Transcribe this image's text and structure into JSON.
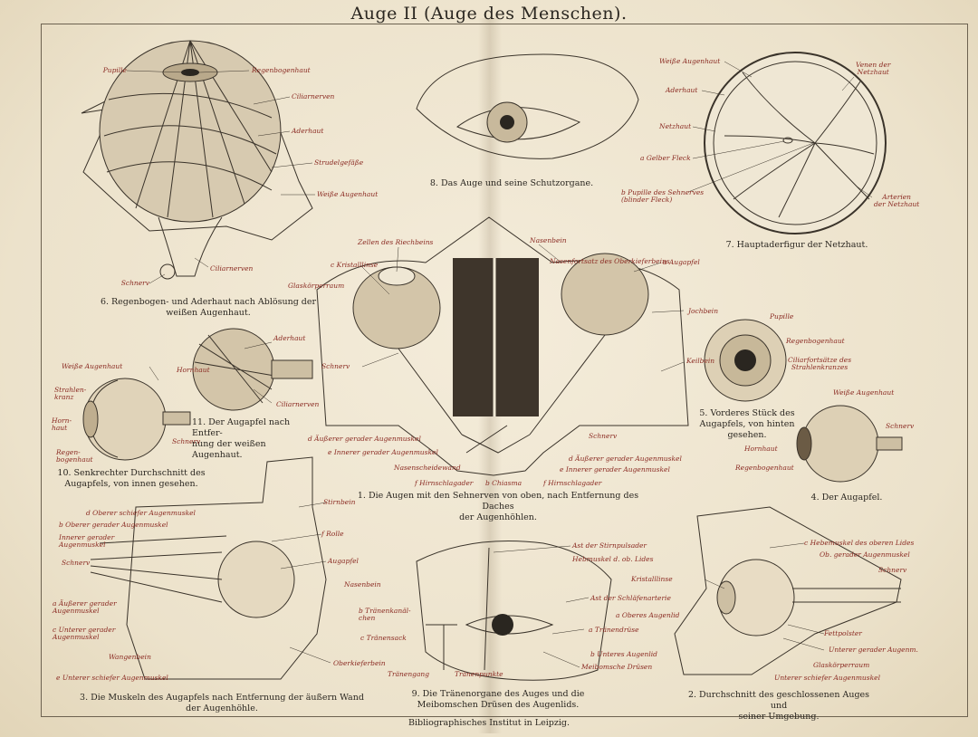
{
  "title": "Auge II (Auge des Menschen).",
  "footer": "Bibliographisches Institut in Leipzig.",
  "fig6": {
    "caption": "6. Regenbogen- und Aderhaut nach Ablösung der\nweißen Augenhaut.",
    "labels": [
      "Pupille",
      "Regenbogenhaut",
      "Ciliarnerven",
      "Aderhaut",
      "Strudelgefäße",
      "Weiße Augenhaut",
      "Schnerv",
      "Ciliarnerven"
    ]
  },
  "fig8": {
    "caption": "8. Das Auge und seine Schutzorgane."
  },
  "fig7": {
    "caption": "7. Hauptaderfigur der Netzhaut.",
    "labels": [
      "Weiße Augenhaut",
      "Aderhaut",
      "Netzhaut",
      "a Gelber Fleck",
      "b Pupille des Sehnerves\n(blinder Fleck)",
      "Venen der\nNetzhaut",
      "Arterien\nder Netzhaut"
    ]
  },
  "fig1": {
    "caption": "1. Die Augen mit den Sehnerven von oben, nach Entfernung des Daches\nder Augenhöhlen.",
    "labels": [
      "Zellen des Riechbeins",
      "Nasenbein",
      "c Kristalllinse",
      "Nasenfortsatz des Oberkieferbeins",
      "Glaskörperraum",
      "a Augapfel",
      "Jochbein",
      "Schnerv",
      "Keilbein",
      "Schnerv",
      "d Äußerer gerader Augenmuskel",
      "e Innerer gerader Augenmuskel",
      "Nasenscheidewand",
      "f Hirnschlagader",
      "b Chiasma",
      "f Hirnschlagader",
      "d Äußerer gerader Augenmuskel",
      "e Innerer gerader Augenmuskel"
    ]
  },
  "fig11": {
    "caption": "11. Der Augapfel nach Entfer-\nnung der weißen Augenhaut.",
    "labels": [
      "Aderhaut",
      "Hornhaut",
      "Ciliarnerven"
    ]
  },
  "fig10": {
    "caption": "10. Senkrechter Durchschnitt des\nAugapfels, von innen gesehen.",
    "labels": [
      "Weiße Augenhaut",
      "Strahlen-\nkranz",
      "Horn-\nhaut",
      "Regen-\nbogenhaut",
      "Schnerv"
    ]
  },
  "fig5": {
    "caption": "5. Vorderes Stück des\nAugapfels, von hinten\ngesehen.",
    "labels": [
      "Pupille",
      "Regenbogenhaut",
      "Ciliarfortsätze des\nStrahlenkranzes"
    ]
  },
  "fig4": {
    "caption": "4. Der Augapfel.",
    "labels": [
      "Weiße Augenhaut",
      "Schnerv",
      "Hornhaut",
      "Regenbogenhaut"
    ]
  },
  "fig3": {
    "caption": "3. Die Muskeln des Augapfels nach Entfernung der äußern Wand\nder Augenhöhle.",
    "labels": [
      "Stirnbein",
      "d Oberer schiefer Augenmuskel",
      "b Oberer gerader Augenmuskel",
      "f Rolle",
      "Innerer gerader\nAugenmuskel",
      "Augapfel",
      "Schnerv",
      "Nasenbein",
      "a Äußerer gerader\nAugenmuskel",
      "c Unterer gerader\nAugenmuskel",
      "Wangenbein",
      "Oberkieferbein",
      "e Unterer schiefer Augenmuskel"
    ]
  },
  "fig9": {
    "caption": "9. Die Tränenorgane des Auges und die\nMeibomschen Drüsen des Augenlids.",
    "labels": [
      "Ast der Stirnpulsader",
      "Hebmuskel d. ob. Lides",
      "Ast der Schläfenarterie",
      "b Tränenkanäl-\nchen",
      "a Tränendrüse",
      "c Tränensack",
      "Tränengang",
      "Tränenpunkte",
      "Meibomsche Drüsen"
    ]
  },
  "fig2": {
    "caption": "2. Durchschnitt des geschlossenen Auges und\nseiner Umgebung.",
    "labels": [
      "c Hebemuskel des oberen Lides",
      "Ob. gerader Augenmuskel",
      "Schnerv",
      "Kristalllinse",
      "a Oberes Augenlid",
      "Fettpolster",
      "b Unteres Augenlid",
      "Unterer gerader Augenm.",
      "Glaskörperraum",
      "Unterer schiefer Augenmuskel"
    ]
  }
}
